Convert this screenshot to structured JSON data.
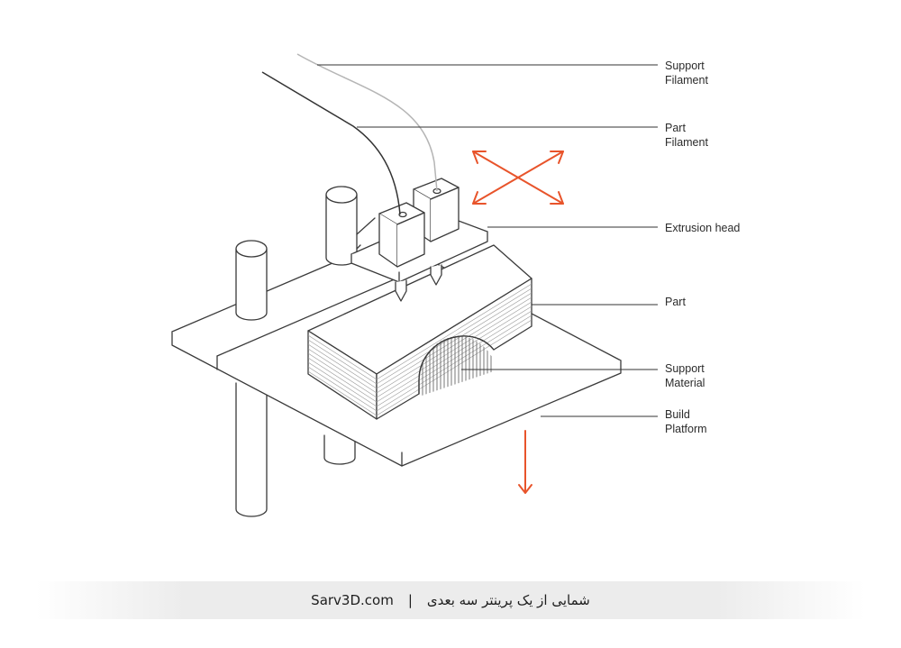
{
  "labels": {
    "support_filament": "Support\nFilament",
    "part_filament": "Part\nFilament",
    "extrusion_head": "Extrusion head",
    "part": "Part",
    "support_material": "Support\nMaterial",
    "build_platform": "Build\nPlatform"
  },
  "caption": {
    "site": "Sarv3D.com",
    "separator": "|",
    "text": "شمایی از یک پرینتر سه بعدی"
  },
  "colors": {
    "line": "#3a3a3a",
    "arrow": "#e8542b",
    "support_filament": "#b5b5b5"
  }
}
